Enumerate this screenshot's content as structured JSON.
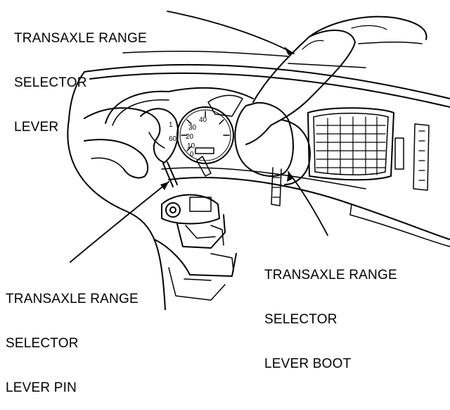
{
  "labels": {
    "lever": [
      "TRANSAXLE RANGE",
      "SELECTOR",
      "LEVER"
    ],
    "lever_pin": [
      "TRANSAXLE RANGE",
      "SELECTOR",
      "LEVER PIN"
    ],
    "lever_boot": [
      "TRANSAXLE RANGE",
      "SELECTOR",
      "LEVER BOOT"
    ]
  },
  "gauge_ticks": [
    "40",
    "30",
    "20",
    "10",
    "0"
  ],
  "gauge_small": [
    "1",
    "60"
  ],
  "colors": {
    "ink": "#000000",
    "paper": "#ffffff"
  }
}
